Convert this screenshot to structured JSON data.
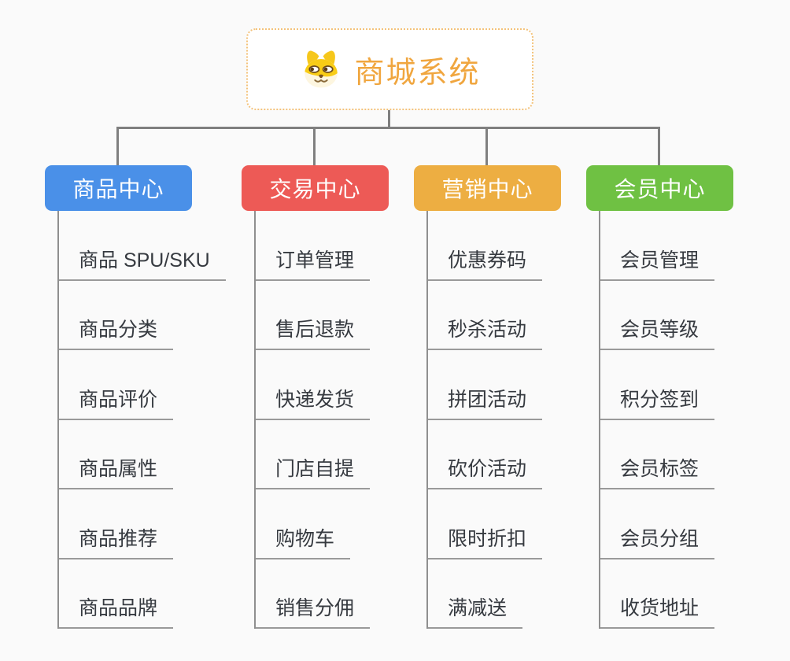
{
  "page": {
    "background": "#fafafa",
    "connector_color": "#7F7F7F",
    "leaf_line_color": "#9A9A9A"
  },
  "root": {
    "title": "商城系统",
    "icon": "dog-face-icon",
    "text_color": "#F0A63F",
    "border_color": "#F3C27A"
  },
  "branches": [
    {
      "label": "商品中心",
      "color": "#4A90E8",
      "children": [
        "商品 SPU/SKU",
        "商品分类",
        "商品评价",
        "商品属性",
        "商品推荐",
        "商品品牌"
      ]
    },
    {
      "label": "交易中心",
      "color": "#ED5A56",
      "children": [
        "订单管理",
        "售后退款",
        "快递发货",
        "门店自提",
        "购物车",
        "销售分佣"
      ]
    },
    {
      "label": "营销中心",
      "color": "#EDAE42",
      "children": [
        "优惠券码",
        "秒杀活动",
        "拼团活动",
        "砍价活动",
        "限时折扣",
        "满减送"
      ]
    },
    {
      "label": "会员中心",
      "color": "#6FC143",
      "children": [
        "会员管理",
        "会员等级",
        "积分签到",
        "会员标签",
        "会员分组",
        "收货地址"
      ]
    }
  ]
}
